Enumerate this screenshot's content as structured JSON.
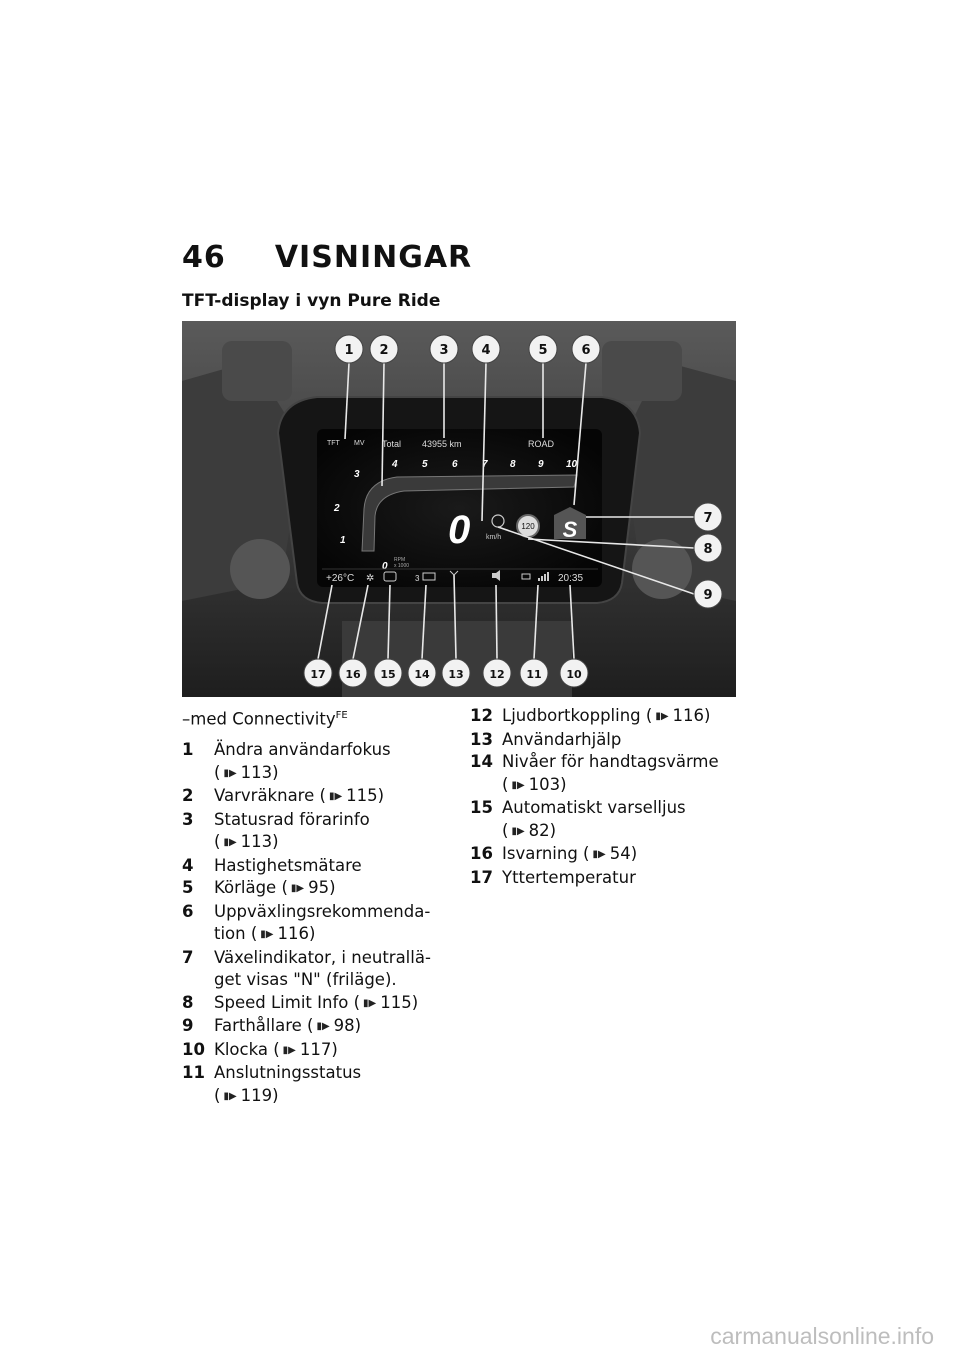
{
  "header": {
    "page_number": "46",
    "chapter": "VISNINGAR"
  },
  "subtitle": "TFT-display i vyn Pure Ride",
  "display": {
    "tft_icon": "TFT",
    "mv_icon": "MV",
    "total_label": "Total",
    "odometer": "43955 km",
    "mode": "ROAD",
    "rpm_scale": [
      "1",
      "2",
      "3",
      "4",
      "5",
      "6",
      "7",
      "8",
      "9",
      "10"
    ],
    "rpm_unit_line1": "RPM",
    "rpm_unit_line2": "x 1000",
    "rpm_zero": "0",
    "speed": "0",
    "speed_unit": "km/h",
    "speed_limit": "120",
    "gear": "S",
    "temperature": "+26°C",
    "clock": "20:35",
    "grip_level": "3"
  },
  "callouts": [
    "1",
    "2",
    "3",
    "4",
    "5",
    "6",
    "7",
    "8",
    "9",
    "10",
    "11",
    "12",
    "13",
    "14",
    "15",
    "16",
    "17"
  ],
  "variant": {
    "text": "–med Connectivity",
    "sup": "FE"
  },
  "items_left": [
    {
      "num": "1",
      "lines": [
        "Ändra användarfokus"
      ],
      "ref": "113)"
    },
    {
      "num": "2",
      "lines": [
        "Varvräknare ("
      ],
      "ref": "115)",
      "inline": true
    },
    {
      "num": "3",
      "lines": [
        "Statusrad förarinfo"
      ],
      "ref": "113)"
    },
    {
      "num": "4",
      "lines": [
        "Hastighetsmätare"
      ]
    },
    {
      "num": "5",
      "lines": [
        "Körläge  ("
      ],
      "ref": "95)",
      "inline": true
    },
    {
      "num": "6",
      "lines": [
        "Uppväxlingsrekommenda-",
        "tion  ("
      ],
      "ref": "116)",
      "inline": true
    },
    {
      "num": "7",
      "lines": [
        "Växelindikator, i neutrallä-",
        "get visas \"N\" (friläge)."
      ]
    },
    {
      "num": "8",
      "lines": [
        "Speed Limit Info  ("
      ],
      "ref": "115)",
      "inline": true
    },
    {
      "num": "9",
      "lines": [
        "Farthållare  ("
      ],
      "ref": "98)",
      "inline": true
    },
    {
      "num": "10",
      "lines": [
        "Klocka  ("
      ],
      "ref": "117)",
      "inline": true
    },
    {
      "num": "11",
      "lines": [
        "Anslutningsstatus"
      ],
      "ref": "119)"
    }
  ],
  "items_right": [
    {
      "num": "12",
      "lines": [
        "Ljudbortkoppling  ("
      ],
      "ref": "116)",
      "inline": true
    },
    {
      "num": "13",
      "lines": [
        "Användarhjälp"
      ]
    },
    {
      "num": "14",
      "lines": [
        "Nivåer för handtagsvärme"
      ],
      "ref": "103)"
    },
    {
      "num": "15",
      "lines": [
        "Automatiskt varselljus"
      ],
      "ref": "82)"
    },
    {
      "num": "16",
      "lines": [
        "Isvarning  ("
      ],
      "ref": "54)",
      "inline": true
    },
    {
      "num": "17",
      "lines": [
        "Yttertemperatur"
      ]
    }
  ],
  "watermark": "carmanualsonline.info"
}
